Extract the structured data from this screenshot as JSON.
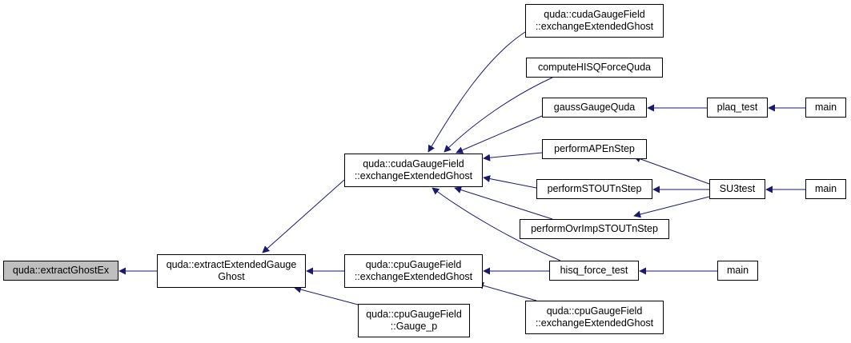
{
  "graph": {
    "edge_color": "#191970",
    "root_fill": "#bfbfbf",
    "nodes": {
      "extractGhostEx": {
        "lines": [
          "quda::extractGhostEx"
        ]
      },
      "extractExtendedGaugeGhost": {
        "lines": [
          "quda::extractExtendedGauge",
          "Ghost"
        ]
      },
      "cudaExchangeMid": {
        "lines": [
          "quda::cudaGaugeField",
          "::exchangeExtendedGhost"
        ]
      },
      "cpuExchangeMid": {
        "lines": [
          "quda::cpuGaugeField",
          "::exchangeExtendedGhost"
        ]
      },
      "cpuGaugeP": {
        "lines": [
          "quda::cpuGaugeField",
          "::Gauge_p"
        ]
      },
      "cudaExchangeTop": {
        "lines": [
          "quda::cudaGaugeField",
          "::exchangeExtendedGhost"
        ]
      },
      "computeHISQ": {
        "lines": [
          "computeHISQForceQuda"
        ]
      },
      "gaussGauge": {
        "lines": [
          "gaussGaugeQuda"
        ]
      },
      "performAPE": {
        "lines": [
          "performAPEnStep"
        ]
      },
      "performSTOUT": {
        "lines": [
          "performSTOUTnStep"
        ]
      },
      "performOvr": {
        "lines": [
          "performOvrImpSTOUTnStep"
        ]
      },
      "hisqForceTest": {
        "lines": [
          "hisq_force_test"
        ]
      },
      "cpuExchangeRight": {
        "lines": [
          "quda::cpuGaugeField",
          "::exchangeExtendedGhost"
        ]
      },
      "plaqTest": {
        "lines": [
          "plaq_test"
        ]
      },
      "su3test": {
        "lines": [
          "SU3test"
        ]
      },
      "mainPlaq": {
        "lines": [
          "main"
        ]
      },
      "mainSu3": {
        "lines": [
          "main"
        ]
      },
      "mainHisq": {
        "lines": [
          "main"
        ]
      }
    }
  }
}
